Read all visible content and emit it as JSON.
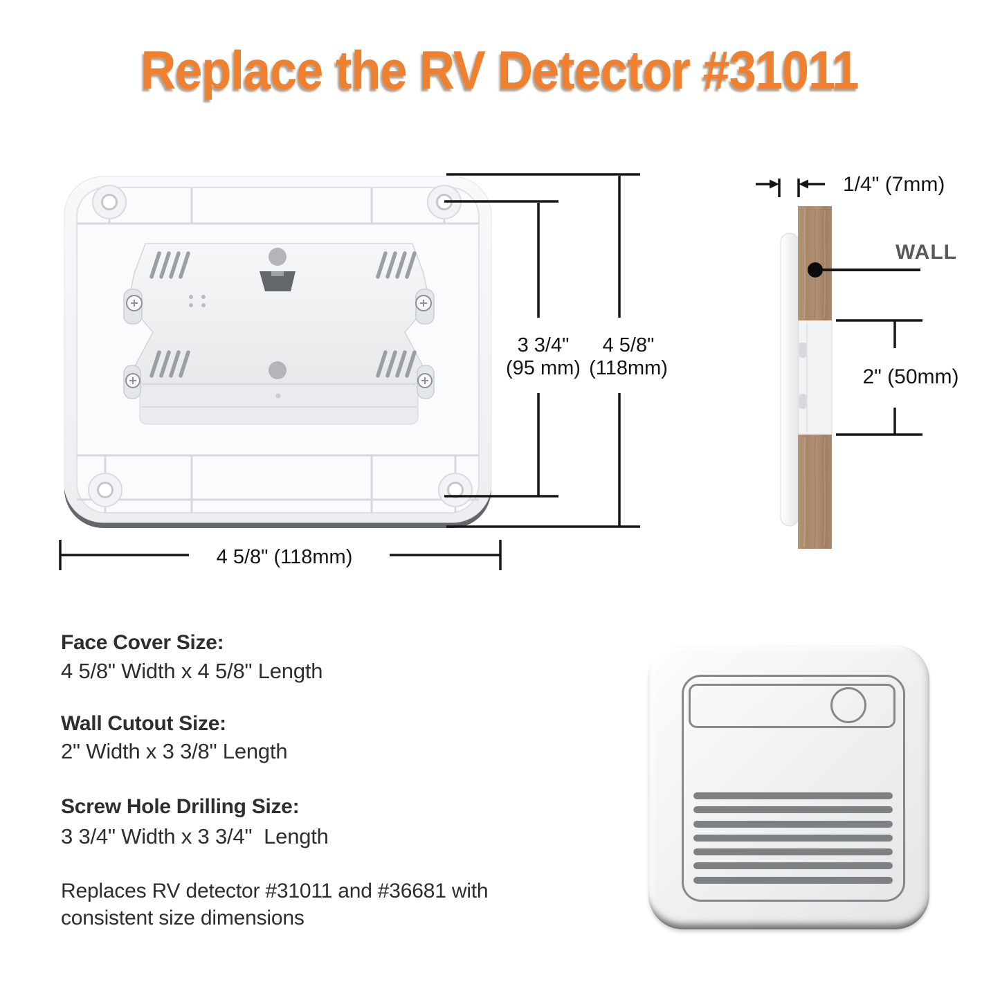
{
  "title": "Replace the RV Detector #31011",
  "back_view": {
    "screw_span": {
      "inches": "3 3/4\"",
      "mm": "(95 mm)"
    },
    "face_height": {
      "inches": "4 5/8\"",
      "mm": "(118mm)"
    },
    "face_width": "4 5/8\" (118mm)"
  },
  "side_view": {
    "protrusion": "1/4\" (7mm)",
    "wall": "WALL",
    "cutout_height": "2\" (50mm)"
  },
  "specs": {
    "face_cover": {
      "heading": "Face Cover Size:",
      "value": "4 5/8\" Width x 4 5/8\" Length"
    },
    "wall_cutout": {
      "heading": "Wall Cutout Size:",
      "value": "2\" Width x 3 3/8\" Length"
    },
    "screw_hole": {
      "heading": "Screw Hole Drilling Size:",
      "value": "3 3/4\" Width x 3 3/4\"  Length"
    },
    "note": "Replaces RV detector #31011 and #36681 with consistent size dimensions"
  },
  "colors": {
    "title_orange": "#F0802E",
    "dimension_line": "#161616",
    "wall_wood": "#AB8A6C",
    "label_gray": "#58595B"
  }
}
